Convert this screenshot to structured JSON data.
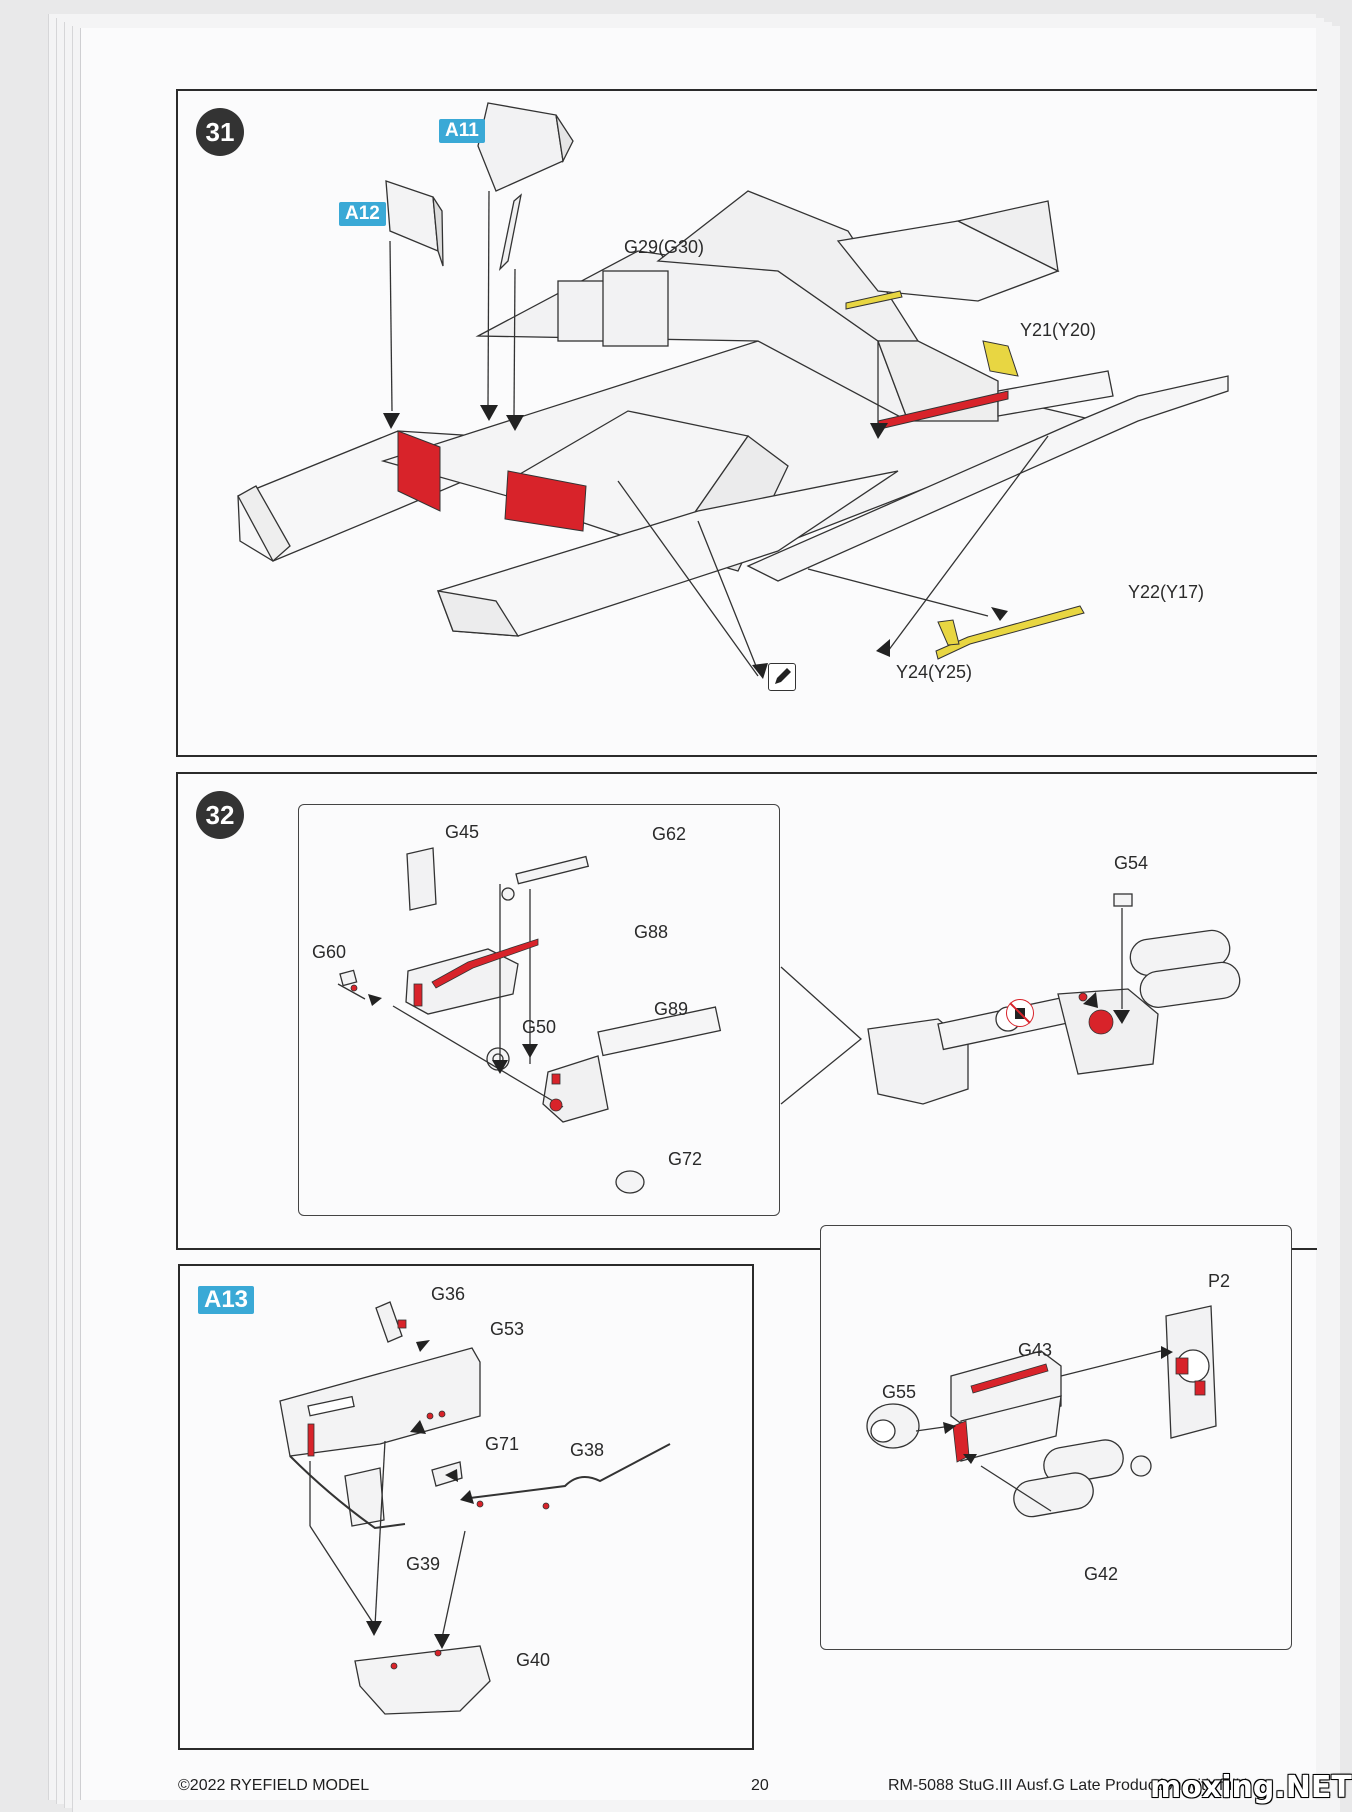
{
  "step31": {
    "number": "31",
    "callouts": [
      "A11",
      "A12"
    ],
    "parts": [
      "G29(G30)",
      "Y21(Y20)",
      "Y22(Y17)",
      "Y24(Y25)"
    ],
    "icons": [
      "pencil-icon"
    ]
  },
  "step32": {
    "number": "32",
    "parts": [
      "G45",
      "G62",
      "G88",
      "G60",
      "G50",
      "G89",
      "G72",
      "G54"
    ],
    "icons": [
      "no-glue-icon"
    ],
    "detail": {
      "parts": [
        "P2",
        "G43",
        "G55",
        "G42"
      ]
    }
  },
  "subassembly_a13": {
    "callout": "A13",
    "parts": [
      "G36",
      "G53",
      "G71",
      "G38",
      "G39",
      "G40"
    ]
  },
  "footer": {
    "copyright": "©2022 RYEFIELD MODEL",
    "page_number": "20",
    "title": "RM-5088 StuG.III Ausf.G Late Production with full i"
  },
  "watermark": "moxing.NET",
  "colors": {
    "highlight_red": "#d8232a",
    "highlight_yellow": "#e8d642",
    "callout_blue": "#3aa9d6",
    "badge_dark": "#333333"
  }
}
